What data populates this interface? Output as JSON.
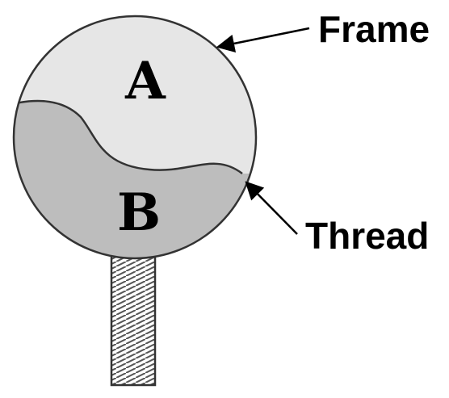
{
  "regions": [
    {
      "label": "A",
      "fill": "#e6e6e6"
    },
    {
      "label": "B",
      "fill": "#bdbdbd"
    }
  ],
  "callouts": [
    {
      "label": "Frame"
    },
    {
      "label": "Thread"
    }
  ],
  "colors": {
    "outline": "#333333",
    "stem_fill": "#ffffff",
    "stem_hatch": "#555555",
    "arrow": "#000000"
  }
}
